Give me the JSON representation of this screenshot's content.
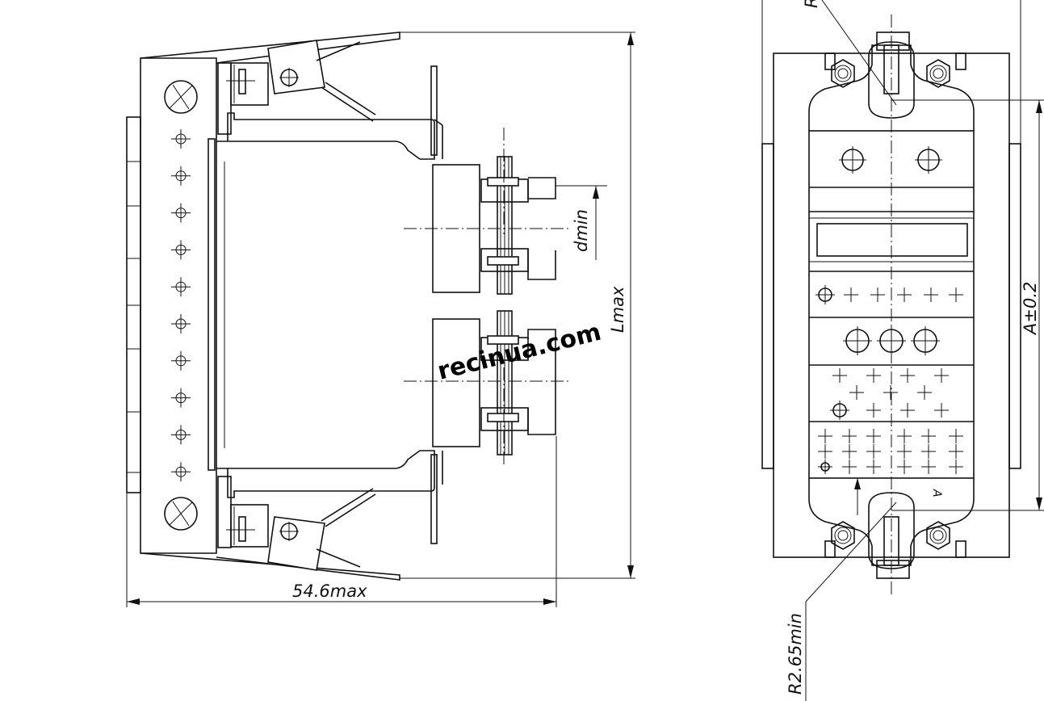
{
  "dimensions": {
    "width_label": "54.6max",
    "height_label": "Lmax",
    "pitch_label": "dmin",
    "offset_label": "A±0.2",
    "radius_label": "R2.65min",
    "top_radius_label": "R",
    "marker_label": "A"
  },
  "watermark": "recinua.com"
}
